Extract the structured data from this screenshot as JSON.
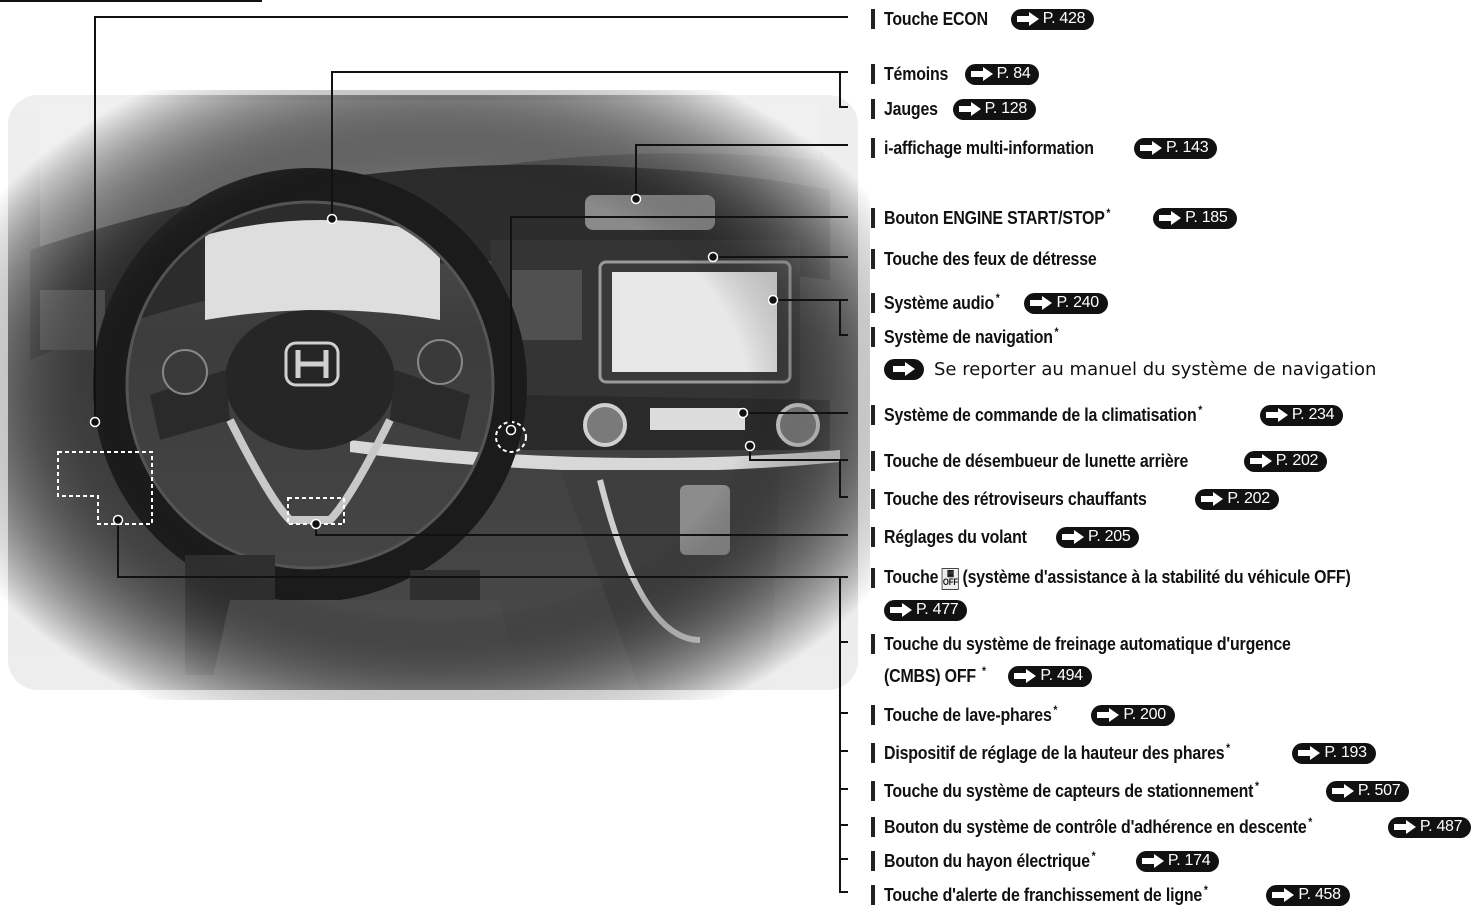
{
  "arrow_glyph": "arrow-icon",
  "labels": {
    "econ": {
      "text": "Touche ECON",
      "ref": "P. 428"
    },
    "temoins": {
      "text": "Témoins",
      "ref": "P. 84"
    },
    "jauges": {
      "text": "Jauges",
      "ref": "P. 128"
    },
    "iaffichage": {
      "text": "i-affichage multi-information",
      "ref": "P. 143"
    },
    "engine": {
      "text": "Bouton ENGINE START/STOP",
      "ref": "P. 185"
    },
    "detresse": {
      "text": "Touche des feux de détresse"
    },
    "audio": {
      "text": "Système audio",
      "ref": "P. 240"
    },
    "navigation": {
      "text": "Système de navigation",
      "note": "Se reporter au manuel du système de navigation"
    },
    "climatisation": {
      "text": "Système de commande de la climatisation",
      "ref": "P. 234"
    },
    "desembueur": {
      "text": "Touche de désembueur de lunette arrière",
      "ref": "P. 202"
    },
    "retroviseurs": {
      "text": "Touche des rétroviseurs chauffants",
      "ref": "P. 202"
    },
    "volant": {
      "text": "Réglages du volant",
      "ref": "P. 205"
    },
    "vsa": {
      "text_before": "Touche",
      "text_after": "(système d'assistance à la stabilité du véhicule OFF)",
      "ref": "P. 477",
      "icon_text": "OFF"
    },
    "cmbs": {
      "line1": "Touche du système de freinage automatique d'urgence",
      "line2": "(CMBS) OFF",
      "ref": "P. 494"
    },
    "lavephares": {
      "text": "Touche de lave-phares",
      "ref": "P. 200"
    },
    "hauteur": {
      "text": "Dispositif de réglage de la hauteur des phares",
      "ref": "P. 193"
    },
    "capteurs": {
      "text": "Touche du système de capteurs de stationnement",
      "ref": "P. 507"
    },
    "descente": {
      "text": "Bouton du système de contrôle d'adhérence en descente",
      "ref": "P. 487"
    },
    "hayon": {
      "text": "Bouton du hayon électrique",
      "ref": "P. 174"
    },
    "alerte": {
      "text": "Touche d'alerte de franchissement de ligne",
      "ref": "P. 458"
    },
    "asterisk": "*"
  }
}
